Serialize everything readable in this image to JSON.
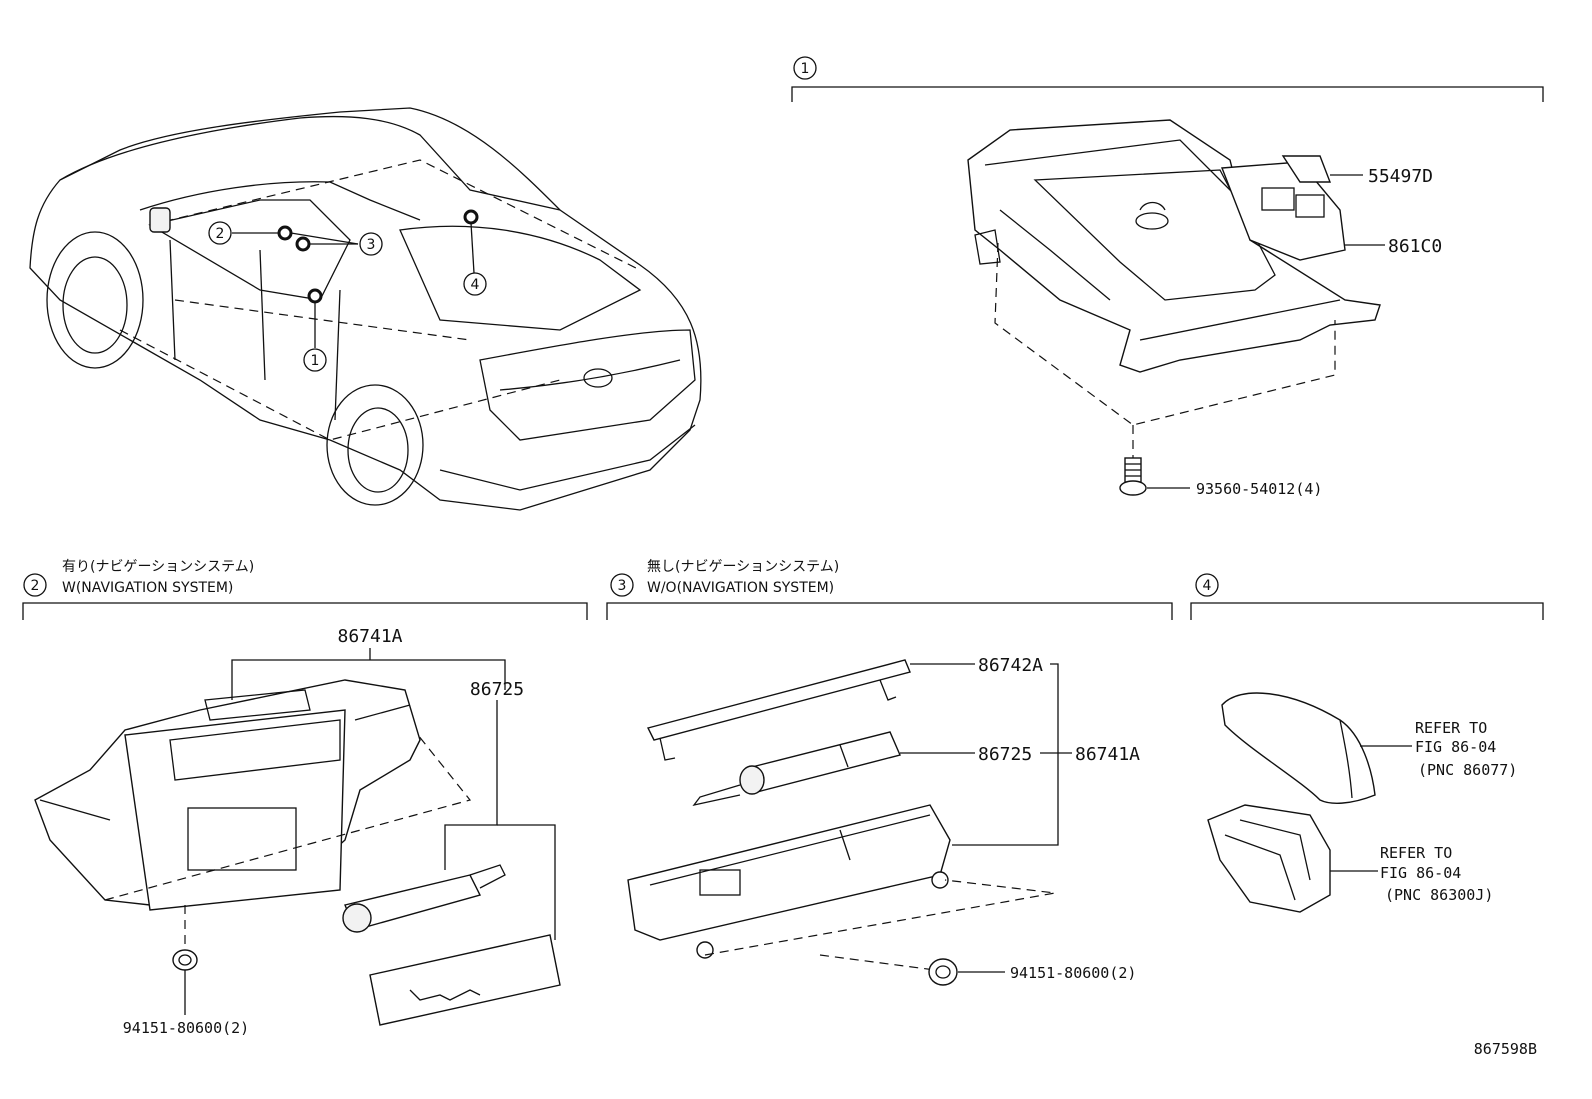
{
  "callouts": {
    "c1": "1",
    "c2": "2",
    "c3": "3",
    "c4": "4"
  },
  "section_1": {
    "number": "1",
    "parts": {
      "p55497D": "55497D",
      "p861C0": "861C0",
      "p93560": "93560-54012(4)"
    }
  },
  "section_2": {
    "number": "2",
    "title_jp": "有り(ナビゲーションシステム)",
    "title_en": "W(NAVIGATION SYSTEM)",
    "parts": {
      "p86741A": "86741A",
      "p86725": "86725",
      "p94151": "94151-80600(2)"
    }
  },
  "section_3": {
    "number": "3",
    "title_jp": "無し(ナビゲーションシステム)",
    "title_en": "W/O(NAVIGATION SYSTEM)",
    "parts": {
      "p86742A": "86742A",
      "p86725": "86725",
      "p86741A": "86741A",
      "p94151": "94151-80600(2)"
    }
  },
  "section_4": {
    "number": "4",
    "ref1": {
      "line1": "REFER TO",
      "line2": "FIG 86-04",
      "line3": "(PNC 86077)"
    },
    "ref2": {
      "line1": "REFER TO",
      "line2": "FIG 86-04",
      "line3": "(PNC 86300J)"
    }
  },
  "diagram_id": "867598B"
}
